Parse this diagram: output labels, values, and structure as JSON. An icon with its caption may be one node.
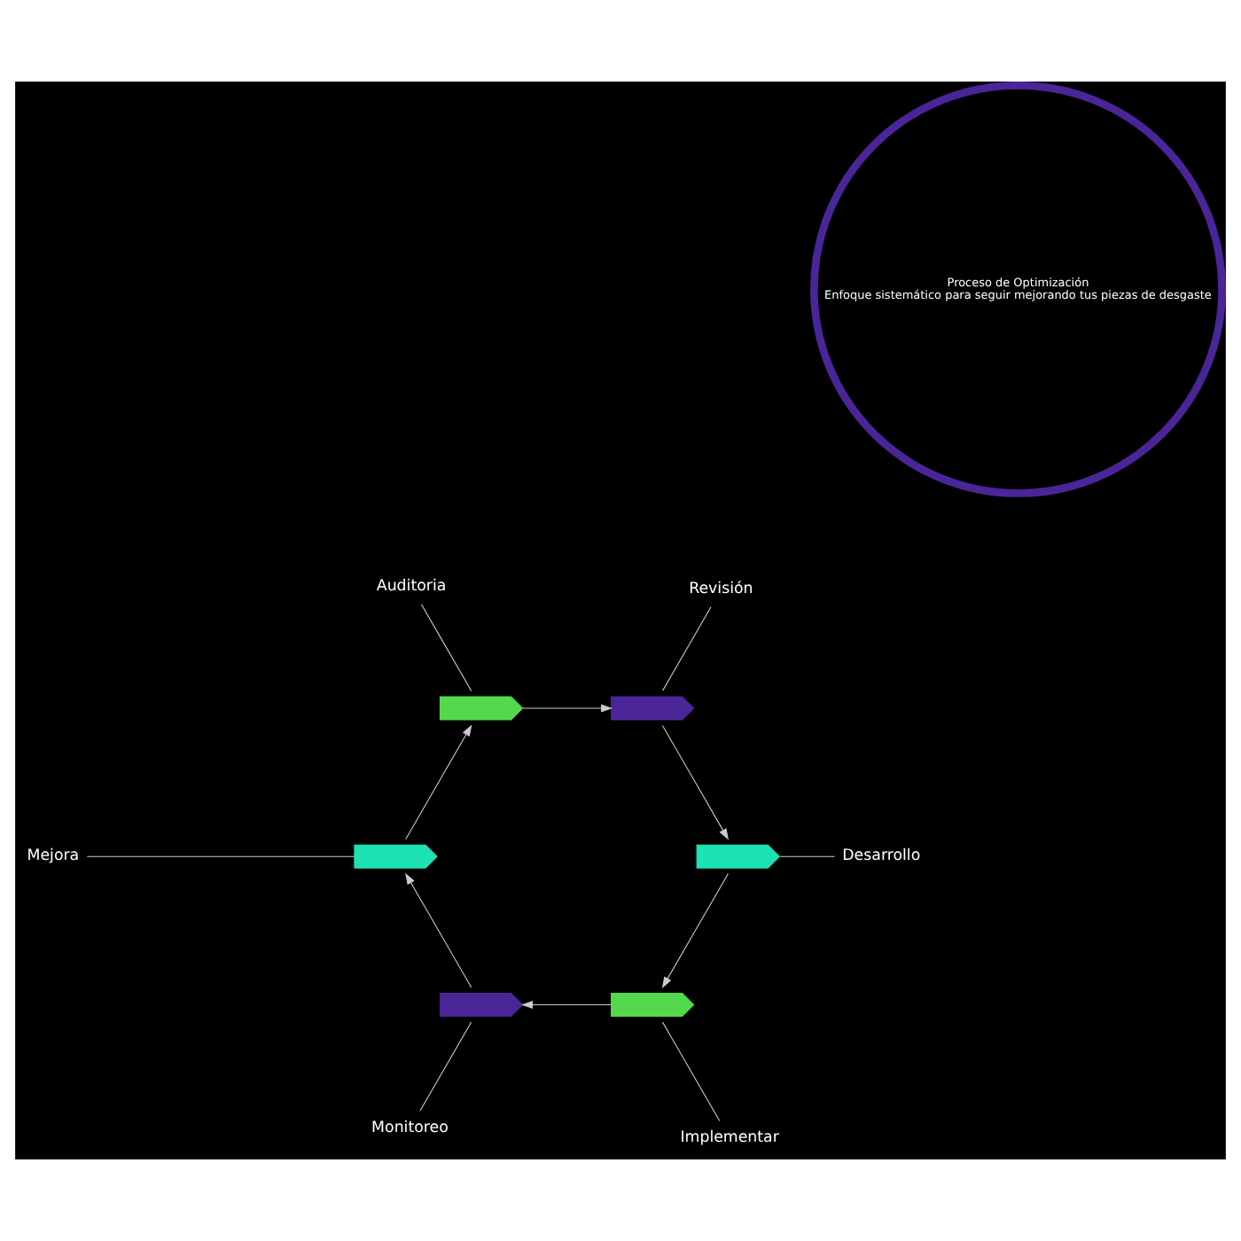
{
  "diagram": {
    "nodes": [
      {
        "text": [
          "Proceso de Optimización",
          "Enfoque sistemático para seguir mejorando tus piezas de desgaste"
        ]
      },
      {
        "text": [
          "Mejora"
        ]
      },
      {
        "text": [
          "Auditoria"
        ]
      },
      {
        "text": [
          "Monitoreo"
        ]
      },
      {
        "text": [
          "Revisión"
        ]
      },
      {
        "text": [
          "Implementar"
        ]
      },
      {
        "text": [
          "Desarrollo"
        ]
      },
      {
        "text": [],
        "shape": "arc"
      },
      {
        "text": [],
        "shape": "arc"
      },
      {
        "text": [],
        "shape": "arc"
      },
      {
        "text": [],
        "shape": "arc"
      },
      {
        "text": [],
        "shape": "arc"
      },
      {
        "text": [],
        "shape": "arc"
      }
    ],
    "edges": [
      {
        "from": 1,
        "to": 7,
        "arrow": "none"
      },
      {
        "from": 2,
        "to": 8,
        "arrow": "none"
      },
      {
        "from": 3,
        "to": 9,
        "arrow": "none"
      },
      {
        "from": 4,
        "to": 10,
        "arrow": "none"
      },
      {
        "from": 5,
        "to": 11,
        "arrow": "none"
      },
      {
        "from": 6,
        "to": 12,
        "arrow": "none"
      },
      {
        "from": 7,
        "to": 8,
        "arrow": "to"
      },
      {
        "from": 8,
        "to": 10,
        "arrow": "to"
      },
      {
        "from": 10,
        "to": 12,
        "arrow": "to"
      },
      {
        "from": 12,
        "to": 11,
        "arrow": "to"
      },
      {
        "from": 11,
        "to": 9,
        "arrow": "to"
      },
      {
        "from": 9,
        "to": 7,
        "arrow": "to"
      }
    ]
  }
}
